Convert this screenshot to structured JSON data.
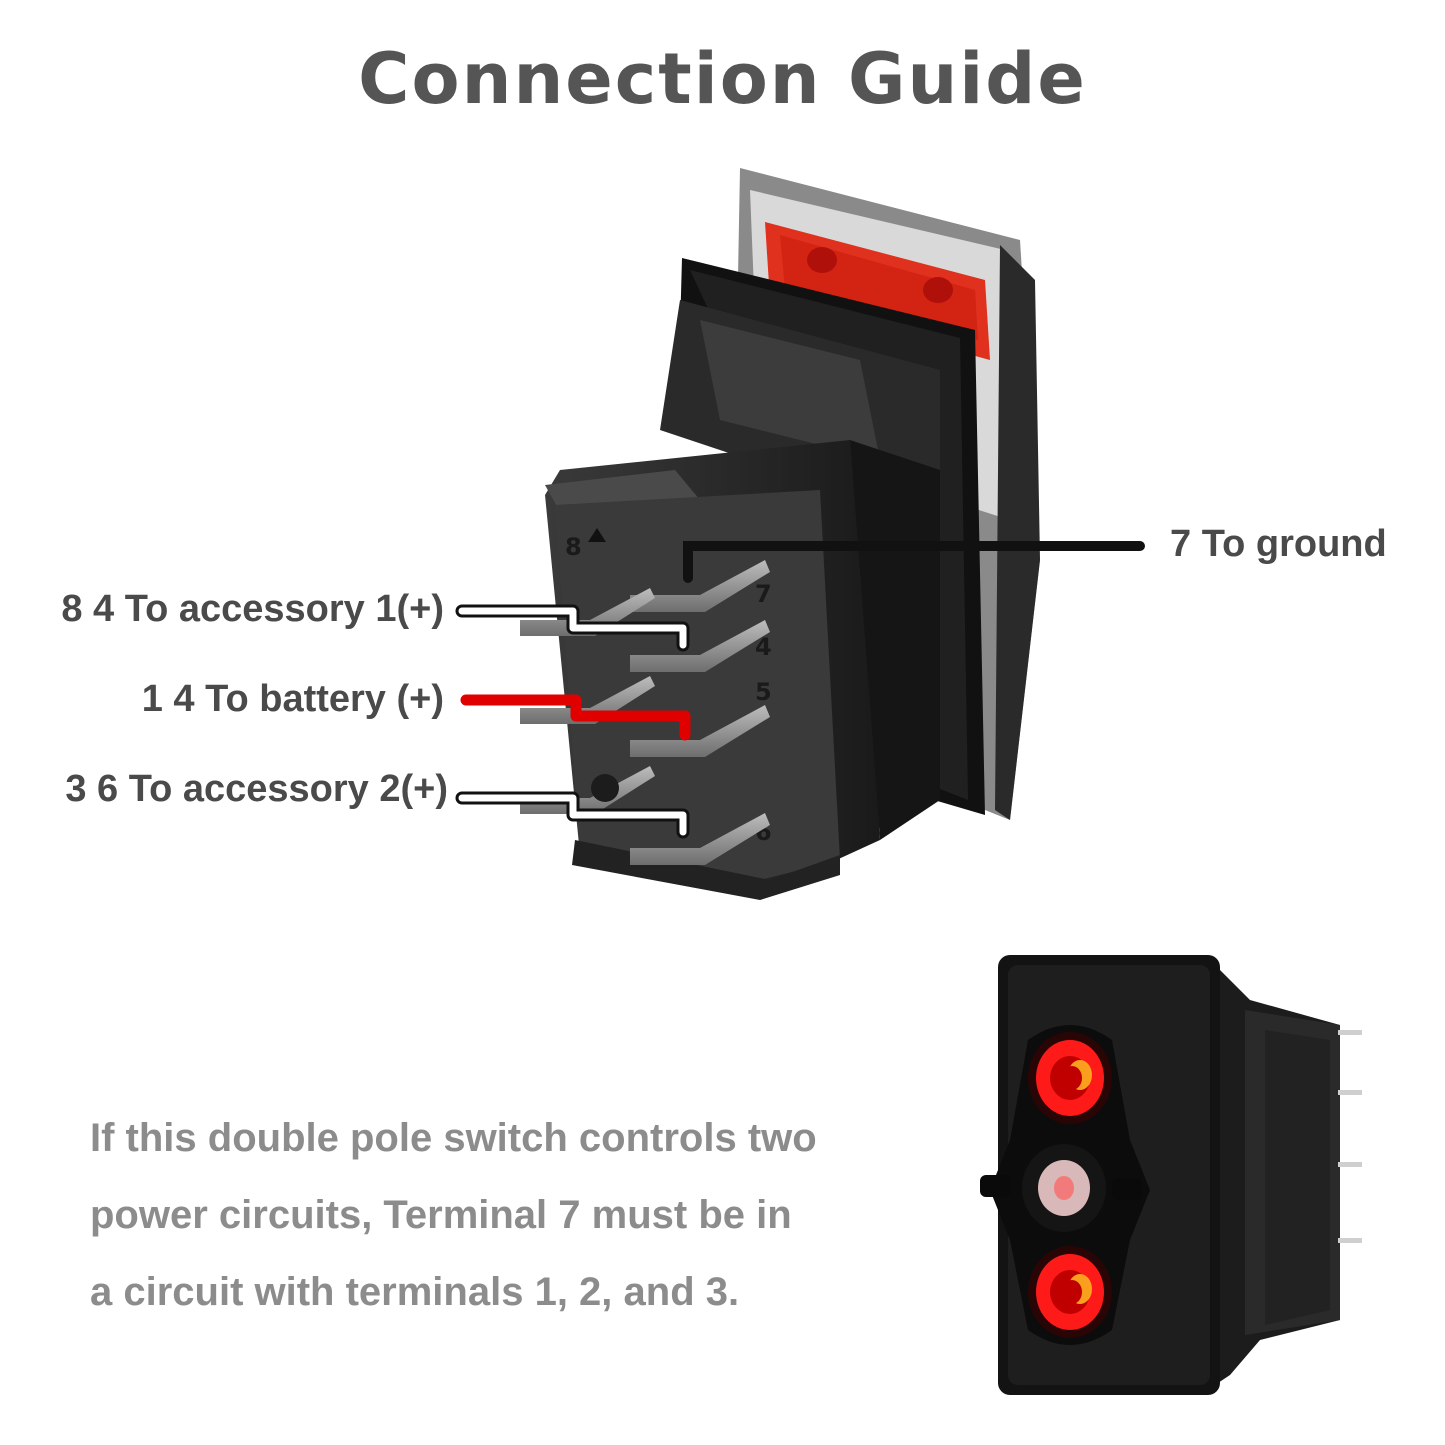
{
  "title": "Connection Guide",
  "labels": {
    "ground": "7 To ground",
    "accessory1": "8  4 To accessory 1(+)",
    "battery": "1  4 To battery (+)",
    "accessory2": "3  6 To accessory 2(+)"
  },
  "switch_markings": {
    "t8": "8",
    "t7": "7",
    "t4": "4",
    "t5": "5",
    "t6": "6"
  },
  "note_lines": [
    "If this double pole switch controls two",
    "power circuits, Terminal 7 must be in",
    "a circuit with terminals 1, 2, and 3."
  ],
  "colors": {
    "title": "#555555",
    "label": "#4a4a4a",
    "note": "#8c8c8c",
    "battery_wire": "#e00000",
    "accessory_wire": "#ffffff",
    "ground_wire": "#111111",
    "switch_body": "#1e1e1e",
    "led": "#ff1a1a"
  }
}
